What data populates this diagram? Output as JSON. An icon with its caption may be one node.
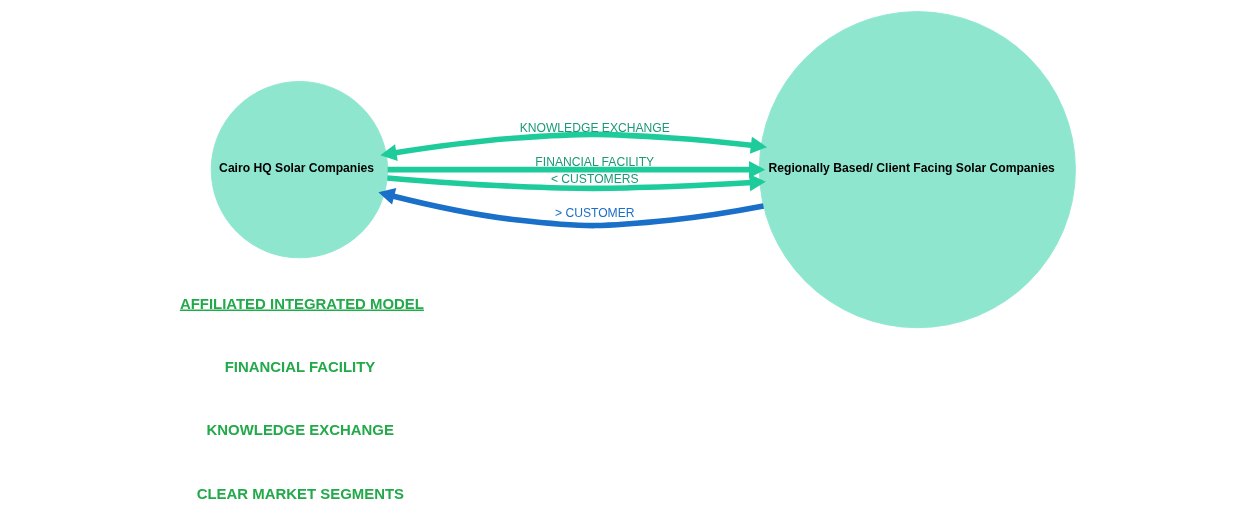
{
  "diagram": {
    "nodes": [
      {
        "text": [
          "Cairo HQ Solar Companies"
        ]
      },
      {
        "text": [
          "Regionally Based/ Client Facing Solar Companies"
        ]
      }
    ],
    "edges": [
      {
        "from": 1,
        "to": 0,
        "arrow": "to",
        "label": "> CUSTOMER",
        "color": "#1a6fc9"
      },
      {
        "from": 0,
        "to": 1,
        "arrow": "both",
        "label": "KNOWLEDGE EXCHANGE"
      },
      {
        "from": 0,
        "to": 1,
        "arrow": "to",
        "label": "FINANCIAL FACILITY"
      },
      {
        "from": 0,
        "to": 1,
        "arrow": "to",
        "label": "< CUSTOMERS"
      }
    ],
    "labels": [
      "AFFILIATED INTEGRATED MODEL",
      "FINANCIAL FACILITY",
      "KNOWLEDGE EXCHANGE",
      "CLEAR MARKET SEGMENTS"
    ]
  }
}
